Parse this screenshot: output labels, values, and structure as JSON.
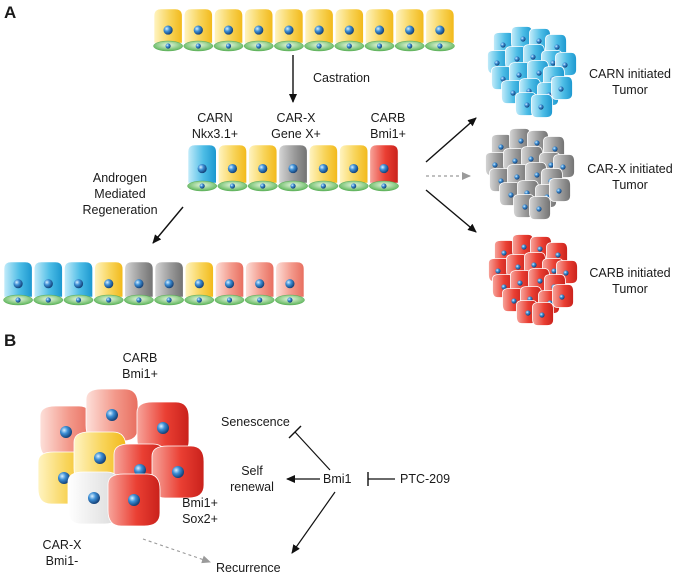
{
  "panels": {
    "a": "A",
    "b": "B"
  },
  "panel_a": {
    "castration": "Castration",
    "carn": {
      "line1": "CARN",
      "line2": "Nkx3.1+"
    },
    "carx": {
      "line1": "CAR-X",
      "line2": "Gene X+"
    },
    "carb": {
      "line1": "CARB",
      "line2": "Bmi1+"
    },
    "regeneration": {
      "line1": "Androgen",
      "line2": "Mediated",
      "line3": "Regeneration"
    },
    "tumor_carn": {
      "line1": "CARN initiated",
      "line2": "Tumor"
    },
    "tumor_carx": {
      "line1": "CAR-X initiated",
      "line2": "Tumor"
    },
    "tumor_carb": {
      "line1": "CARB initiated",
      "line2": "Tumor"
    },
    "rows": {
      "top": [
        "yellow",
        "yellow",
        "yellow",
        "yellow",
        "yellow",
        "yellow",
        "yellow",
        "yellow",
        "yellow",
        "yellow"
      ],
      "middle": [
        "blue",
        "yellow",
        "yellow",
        "gray",
        "yellow",
        "yellow",
        "red"
      ],
      "bottom": [
        "blue",
        "blue",
        "blue",
        "yellow",
        "gray",
        "gray",
        "yellow",
        "salmon",
        "salmon",
        "salmon"
      ]
    }
  },
  "panel_b": {
    "carb": {
      "line1": "CARB",
      "line2": "Bmi1+"
    },
    "carx": {
      "line1": "CAR-X",
      "line2": "Bmi1-"
    },
    "bmi_sox": {
      "line1": "Bmi1+",
      "line2": "Sox2+"
    },
    "senescence": "Senescence",
    "self_renewal": {
      "line1": "Self",
      "line2": "renewal"
    },
    "bmi1": "Bmi1",
    "ptc": "PTC-209",
    "recurrence": "Recurrence"
  },
  "colors": {
    "yellow": "#f5c83c",
    "blue": "#3bb4e0",
    "gray": "#8c8c8c",
    "red": "#e8332e",
    "salmon": "#ef8a7c",
    "green": "#6cc066",
    "nucleus": "#2f7fc4",
    "arrow": "#111111",
    "dashed_arrow": "#999999"
  }
}
